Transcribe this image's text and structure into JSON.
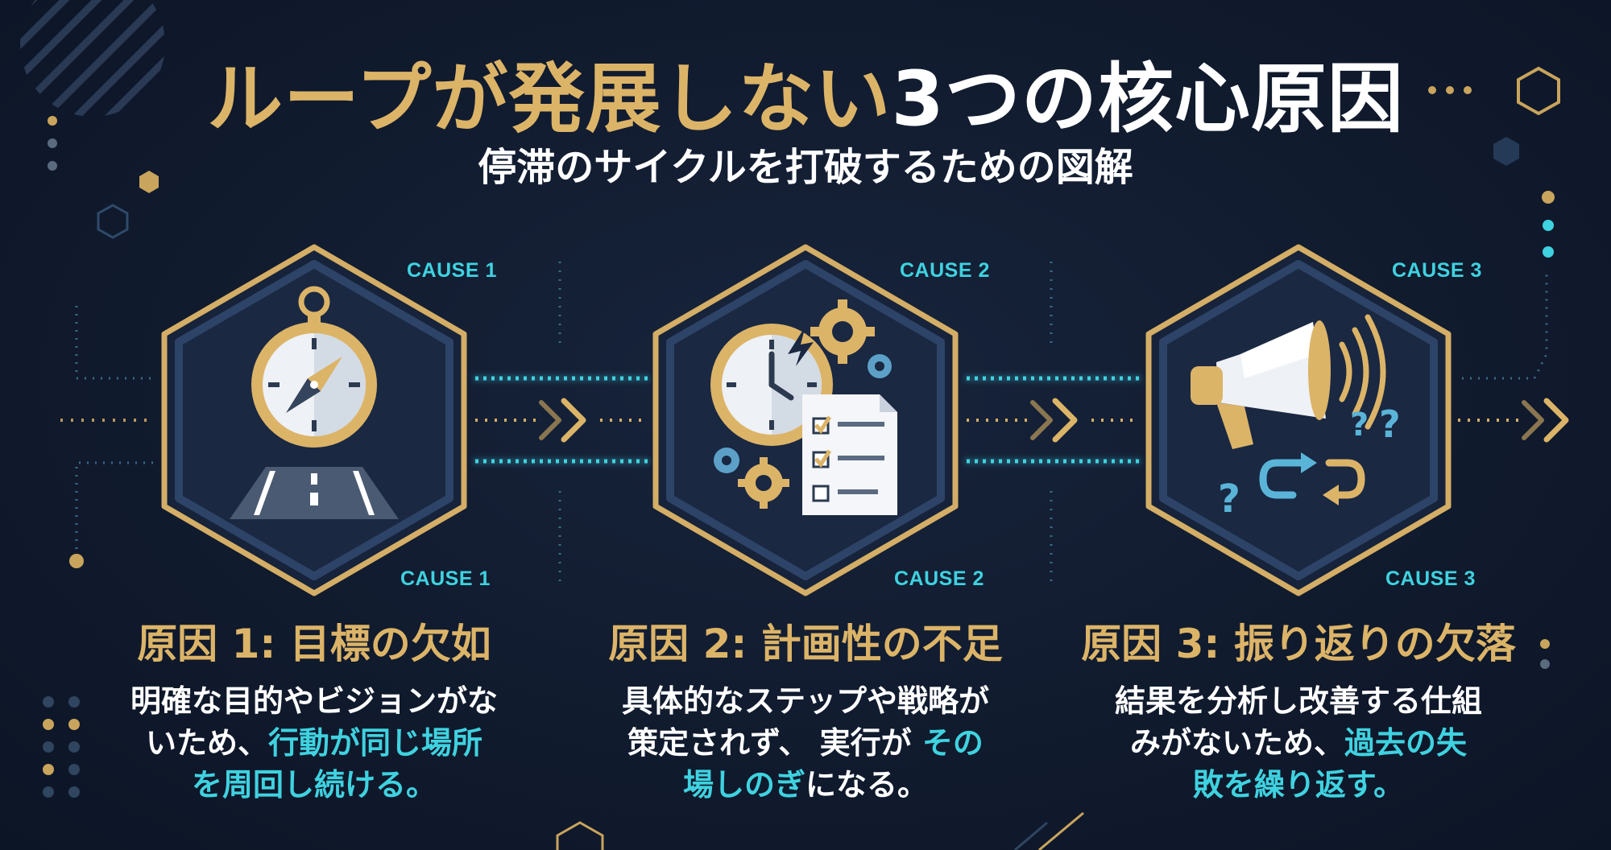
{
  "header": {
    "title_gold": "ループが発展しない",
    "title_white": "3つの核心原因",
    "subtitle": "停滞のサイクルを打破するための図解"
  },
  "causes": [
    {
      "tag_top": "CAUSE 1",
      "tag_bottom": "CAUSE 1",
      "icon": "compass-road-icon",
      "title": "原因 1: 目標の欠如",
      "desc": [
        {
          "text": "明確な目的やビジョンがな",
          "hl": ""
        },
        {
          "text": "いため、",
          "hl": "行動が同じ場所"
        },
        {
          "text": "",
          "hl": "を周回し続ける。"
        }
      ]
    },
    {
      "tag_top": "CAUSE 2",
      "tag_bottom": "CAUSE 2",
      "icon": "clock-checklist-gears-icon",
      "title": "原因 2: 計画性の不足",
      "desc": [
        {
          "text": "具体的なステップや戦略が",
          "hl": ""
        },
        {
          "text": "策定されず、 実行が ",
          "hl": "その"
        },
        {
          "text": "",
          "hl": "場しのぎ",
          "tail": "になる。"
        }
      ]
    },
    {
      "tag_top": "CAUSE 3",
      "tag_bottom": "CAUSE 3",
      "icon": "megaphone-loop-icon",
      "title": "原因 3: 振り返りの欠落",
      "desc": [
        {
          "text": "結果を分析し改善する仕組",
          "hl": ""
        },
        {
          "text": "みがないため、",
          "hl": "過去の失"
        },
        {
          "text": "",
          "hl": "敗を繰り返す。"
        }
      ]
    }
  ],
  "colors": {
    "background": "#111b2e",
    "gold": "#dcb468",
    "cyan": "#3fd2e0",
    "white": "#ffffff"
  }
}
